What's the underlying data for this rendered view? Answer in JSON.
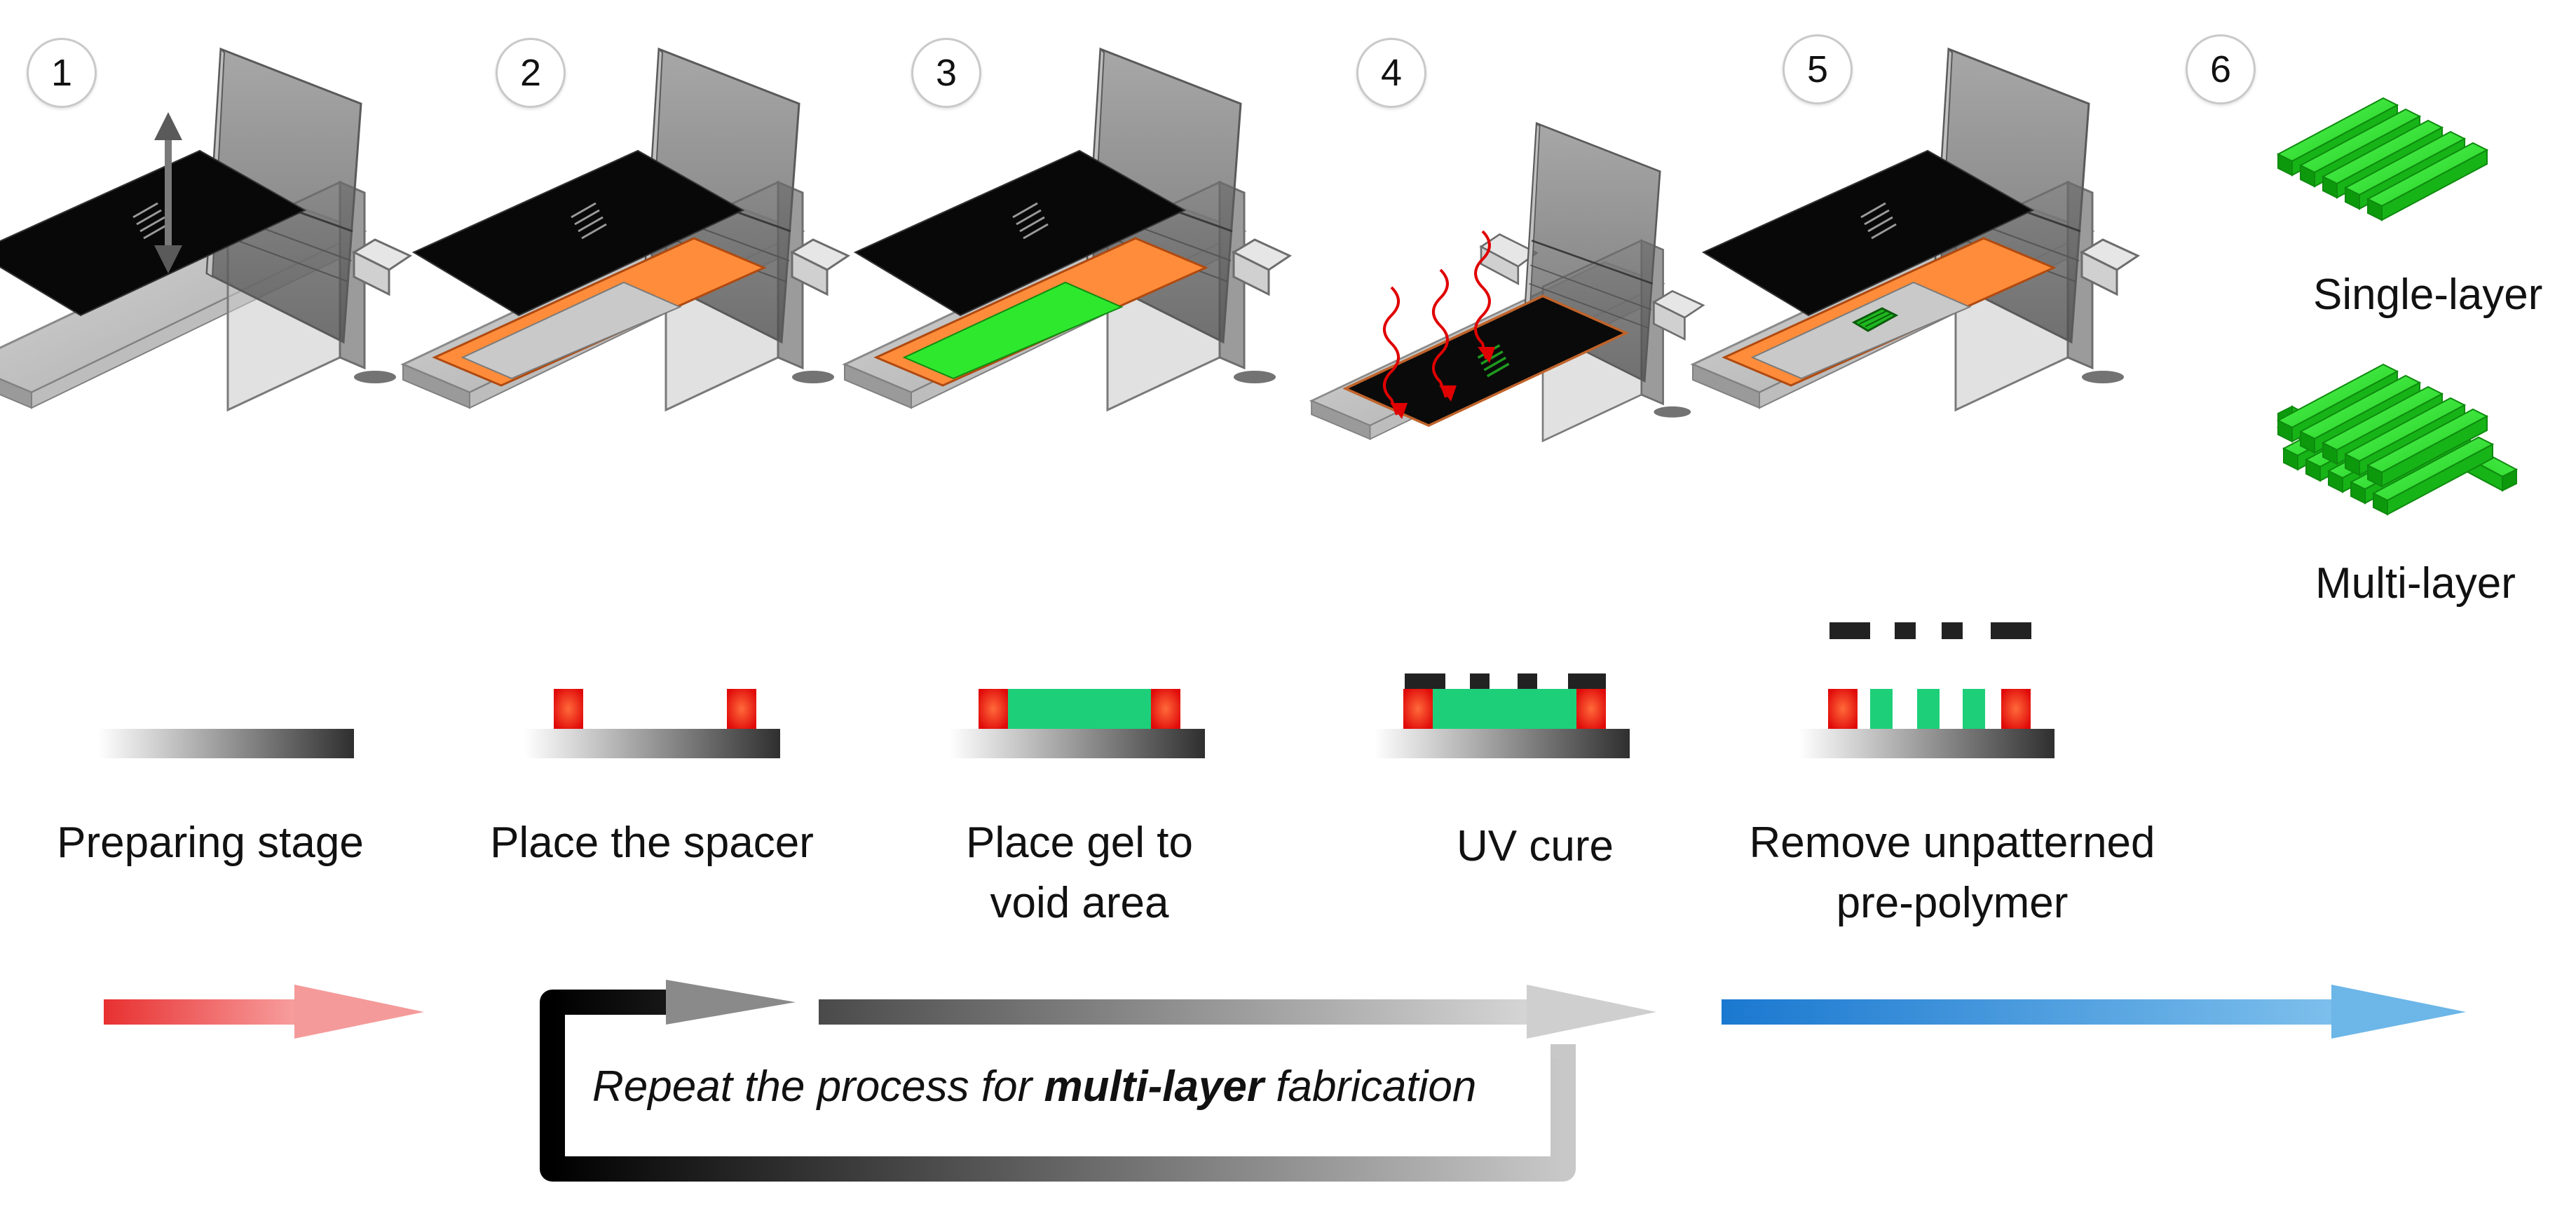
{
  "steps": [
    {
      "number": "1",
      "caption": "Preparing stage"
    },
    {
      "number": "2",
      "caption": "Place the spacer"
    },
    {
      "number": "3",
      "caption": "Place gel to\nvoid area"
    },
    {
      "number": "4",
      "caption": "UV cure"
    },
    {
      "number": "5",
      "caption": "Remove unpatterned\npre-polymer"
    },
    {
      "number": "6"
    }
  ],
  "results": {
    "single_layer": "Single-layer",
    "multi_layer": "Multi-layer"
  },
  "repeat": {
    "prefix": "Repeat the process for ",
    "bold": "multi-layer",
    "suffix": " fabrication"
  },
  "colors": {
    "spacer": "#ff8c3a",
    "gel": "#22e022",
    "gel_section": "#1ecf7a",
    "spacer_section": "#e51e1e",
    "uv": "#e00000",
    "arrow_red": "#e83a3a",
    "arrow_blue": "#1a7fd4"
  }
}
